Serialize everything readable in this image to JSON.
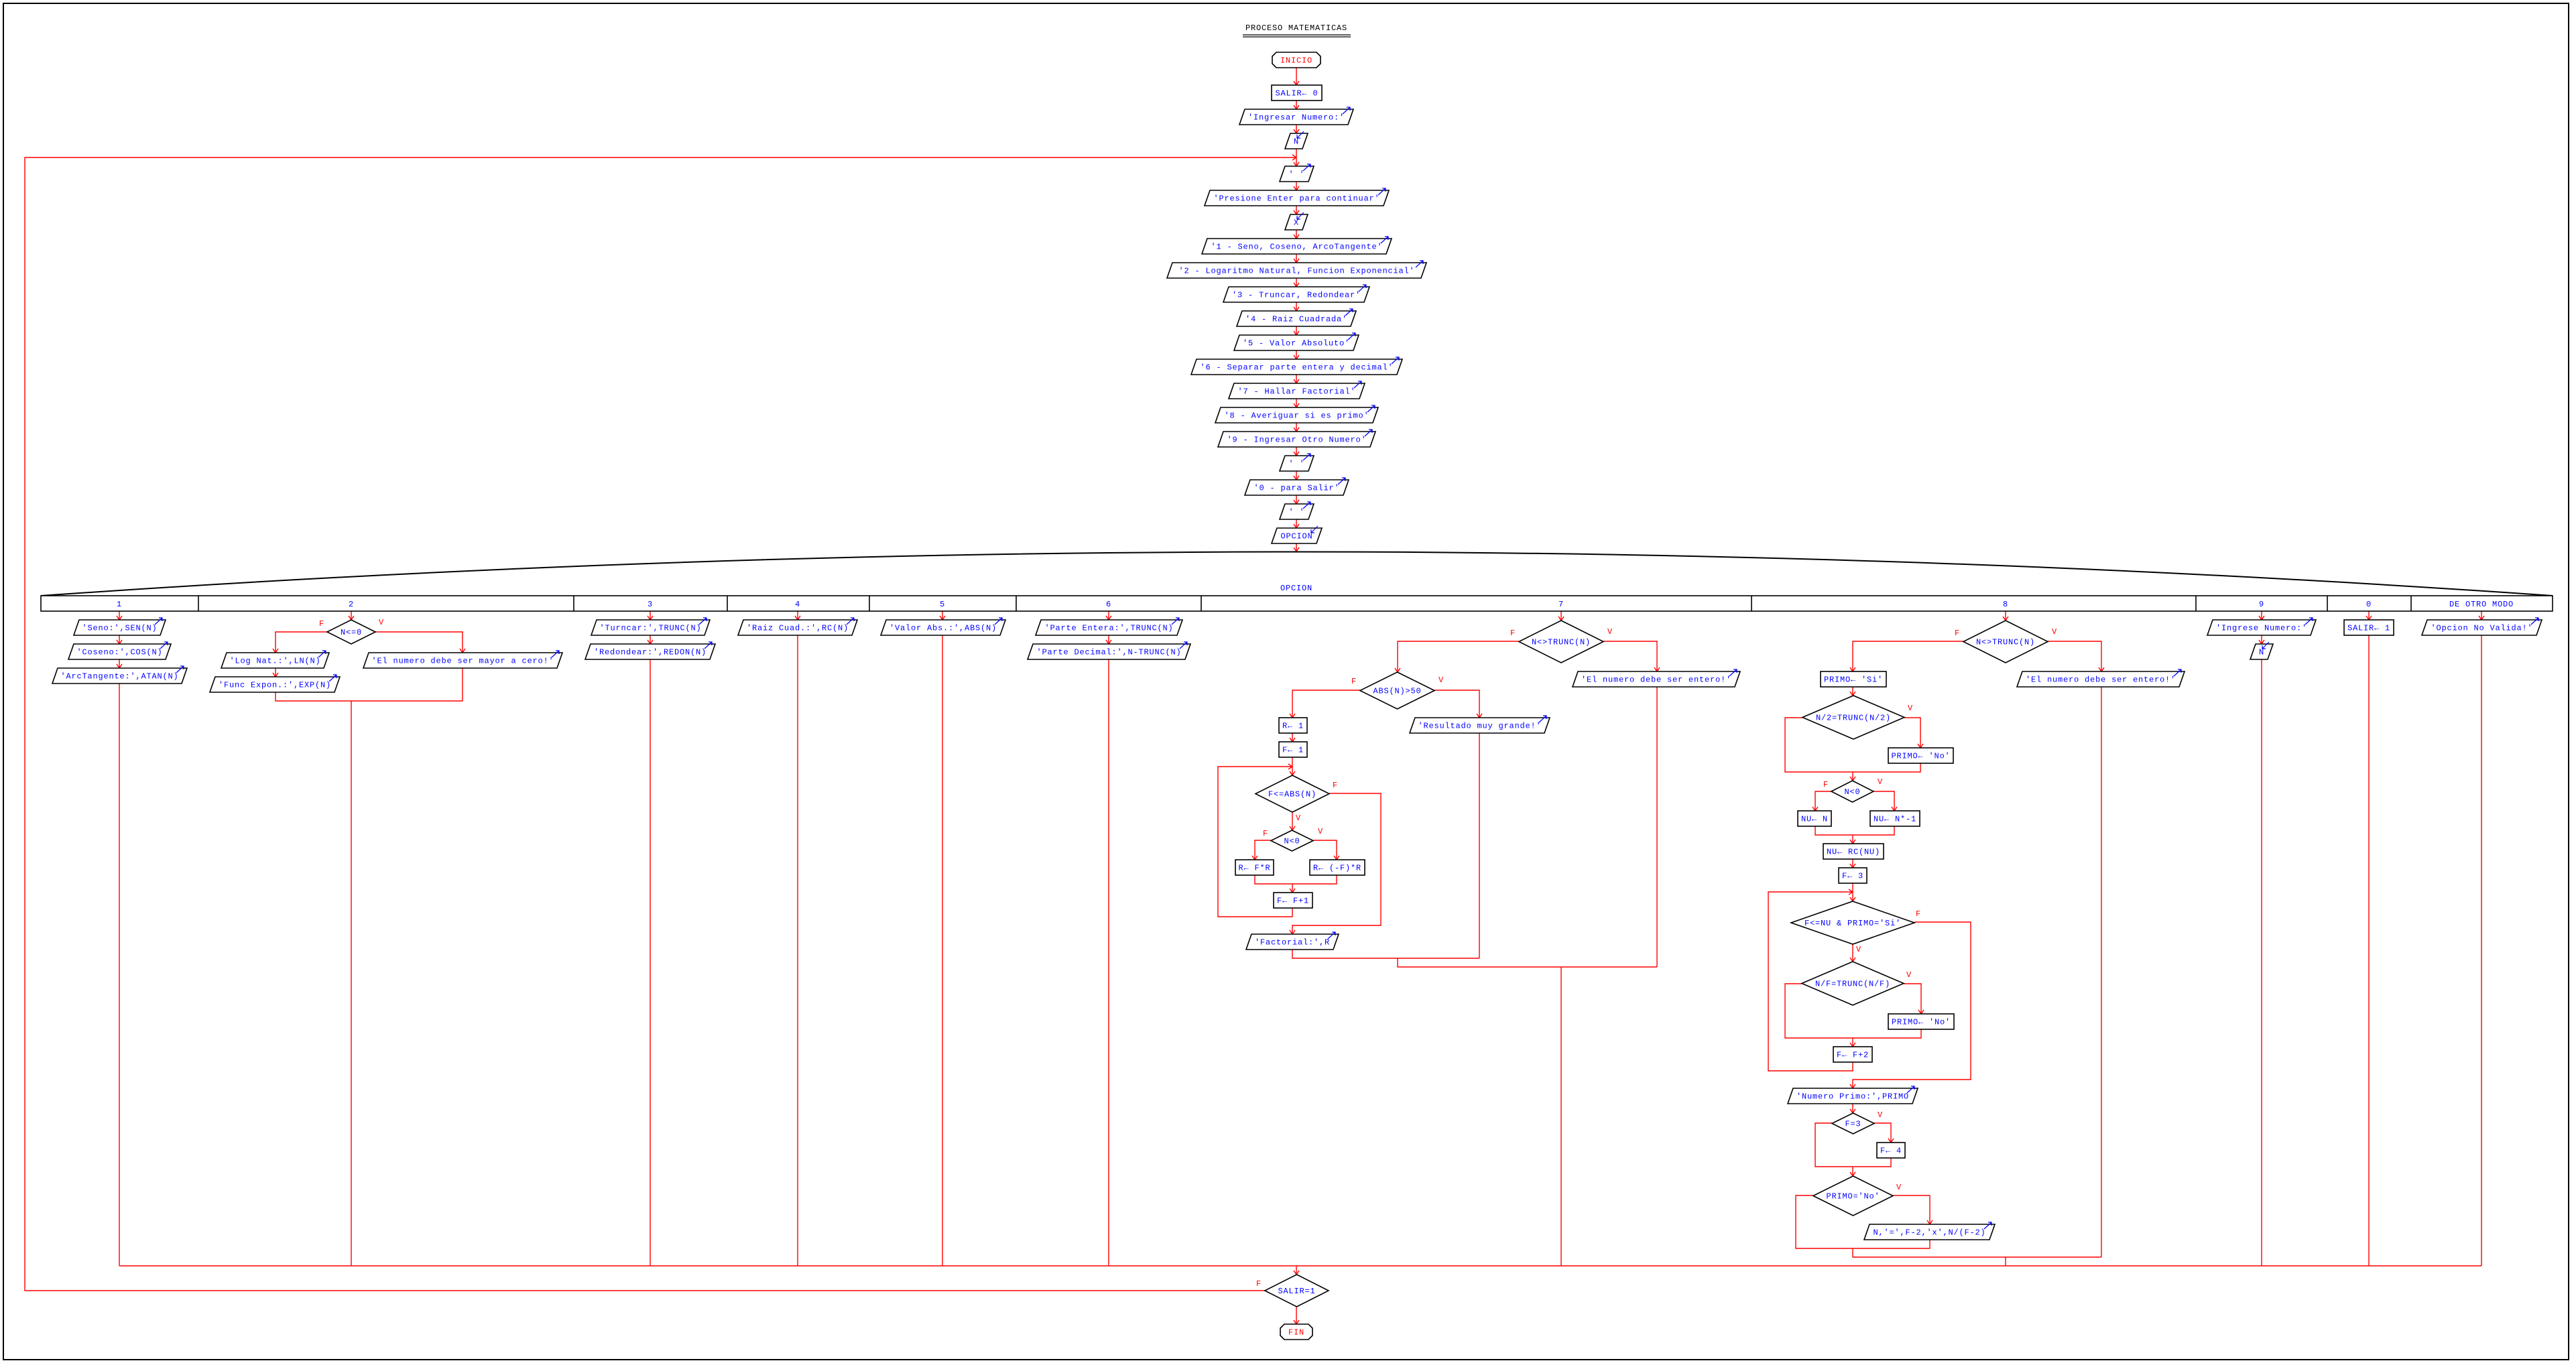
{
  "title": "PROCESO MATEMATICAS",
  "terminals": {
    "start": "INICIO",
    "end": "FIN"
  },
  "labels": {
    "true": "V",
    "false": "F"
  },
  "colors": {
    "line": "#ff0000",
    "text": "#0000ff",
    "terminal_text": "#ff0000",
    "shape": "#000000"
  },
  "main": {
    "init": "SALIR← 0",
    "prompt": "'Ingresar Numero:'",
    "read_n": "N",
    "blank1": "' '",
    "press_enter": "'Presione Enter para continuar'",
    "read_x": "X",
    "menu": [
      "'1 - Seno, Coseno, ArcoTangente'",
      "'2 - Logaritmo Natural, Funcion Exponencial'",
      "'3 - Truncar, Redondear'",
      "'4 - Raiz Cuadrada'",
      "'5 - Valor Absoluto'",
      "'6 - Separar parte entera y decimal'",
      "'7 - Hallar Factorial'",
      "'8 - Averiguar si es primo'",
      "'9 - Ingresar Otro Numero'"
    ],
    "blank2": "' '",
    "exit_option": "'0 - para Salir'",
    "blank3": "' '",
    "read_option": "OPCION",
    "loop_check": "SALIR=1"
  },
  "switch": {
    "variable": "OPCION",
    "case_labels": [
      "1",
      "2",
      "3",
      "4",
      "5",
      "6",
      "7",
      "8",
      "9",
      "0",
      "DE OTRO MODO"
    ]
  },
  "case1": {
    "sin": "'Seno:',SEN(N)",
    "cos": "'Coseno:',COS(N)",
    "atan": "'ArcTangente:',ATAN(N)"
  },
  "case2": {
    "check": "N<=0",
    "ln": "'Log Nat.:',LN(N)",
    "exp": "'Func Expon.:',EXP(N)",
    "error": "'El numero debe ser mayor a cero!'"
  },
  "case3": {
    "trunc": "'Turncar:',TRUNC(N)",
    "round": "'Redondear:',REDON(N)"
  },
  "case4": {
    "sqrt": "'Raiz Cuad.:',RC(N)"
  },
  "case5": {
    "abs": "'Valor Abs.:',ABS(N)"
  },
  "case6": {
    "int_part": "'Parte Entera:',TRUNC(N)",
    "dec_part": "'Parte Decimal:',N-TRUNC(N)"
  },
  "case7": {
    "check": "N<>TRUNC(N)",
    "error": "'El numero debe ser entero!'",
    "overflow_check": "ABS(N)>50",
    "overflow_msg": "'Resultado muy grande!'",
    "init_r": "R← 1",
    "init_f": "F← 1",
    "loop": "F<=ABS(N)",
    "neg_check": "N<0",
    "mult_pos": "R← F*R",
    "mult_neg": "R← (-F)*R",
    "inc": "F← F+1",
    "result": "'Factorial:',R"
  },
  "case8": {
    "check": "N<>TRUNC(N)",
    "error": "'El numero debe ser entero!'",
    "init_primo": "PRIMO← 'Si'",
    "even_check": "N/2=TRUNC(N/2)",
    "set_no_1": "PRIMO← 'No'",
    "neg_check": "N<0",
    "nu_pos": "NU← N",
    "nu_neg": "NU← N*-1",
    "nu_sqrt": "NU← RC(NU)",
    "init_f": "F← 3",
    "loop": "F<=NU & PRIMO='Si'",
    "div_check": "N/F=TRUNC(N/F)",
    "set_no_2": "PRIMO← 'No'",
    "inc": "F← F+2",
    "result": "'Numero Primo:',PRIMO",
    "f3_check": "F=3",
    "set_f4": "F← 4",
    "no_check": "PRIMO='No'",
    "factors": "N,'=',F-2,'x',N/(F-2)"
  },
  "case9": {
    "prompt": "'Ingrese Numero:'",
    "read_n": "N"
  },
  "case0": {
    "set_exit": "SALIR← 1"
  },
  "default": {
    "msg": "'Opcion No Valida!'"
  }
}
